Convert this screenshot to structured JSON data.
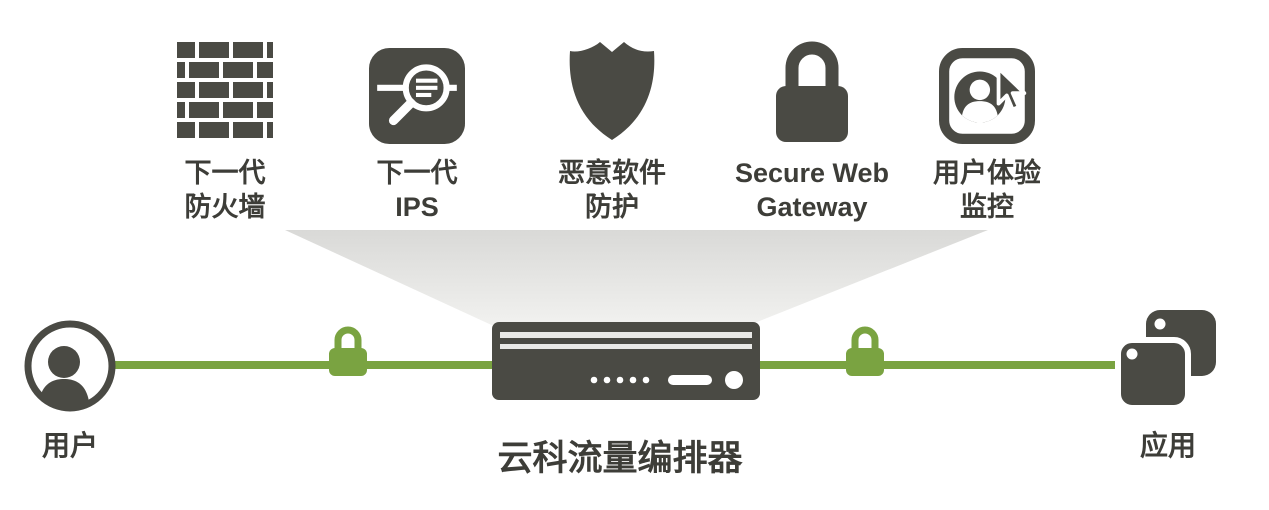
{
  "colors": {
    "dark": "#4a4a44",
    "green": "#7aa341",
    "funnel_top": "#d9d9d7",
    "funnel_bottom": "#f2f2f0",
    "text": "#3d3d38"
  },
  "services": [
    {
      "icon": "firewall-brick-wall-icon",
      "label": "下一代\n防火墙"
    },
    {
      "icon": "ips-magnifier-icon",
      "label": "下一代\nIPS"
    },
    {
      "icon": "malware-shield-icon",
      "label": "恶意软件\n防护"
    },
    {
      "icon": "secure-web-gateway-lock-icon",
      "label": "Secure Web\nGateway"
    },
    {
      "icon": "user-experience-monitor-icon",
      "label": "用户体验\n监控"
    }
  ],
  "flow": {
    "user_label": "用户",
    "orchestrator_label": "云科流量编排器",
    "apps_label": "应用"
  }
}
